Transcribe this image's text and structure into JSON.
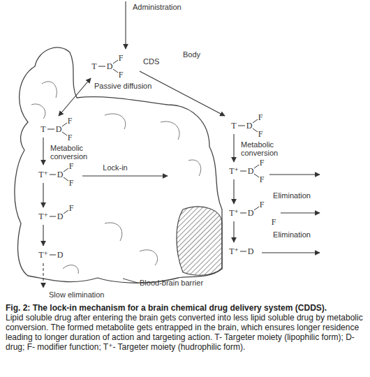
{
  "diagram": {
    "caption": "Fig. 2: The lock-in mechanism for a brain chemical drug delivery system (CDDS).",
    "labels": [
      "Administration",
      "T",
      "D",
      "F",
      "F",
      "CDS",
      "Body",
      "Passive diffusion",
      "T",
      "D",
      "F",
      "F",
      "Metabolic conversion",
      "T⁺",
      "D",
      "F",
      "F",
      "Lock-in",
      "T⁺",
      "D",
      "F",
      "T⁺",
      "D",
      "Slow elimination",
      "Blood-brain barrier",
      "T",
      "D",
      "F",
      "F",
      "Metabolic conversion",
      "T⁺",
      "D",
      "F",
      "F",
      "T⁺",
      "D",
      "F",
      "F",
      "T⁺",
      "D",
      "Elimination",
      "Elimination",
      "Lipid soluble drug after entering the brain gets converted into less lipid soluble drug by metabolic conversion. The formed metabolite gets entrapped in the brain, which ensures longer residence leading to longer duration of action and targeting action. T- Targeter moiety (lipophilic form); D- drug; F- modifier function; T⁺- Targeter moiety (hudrophilic form)."
    ]
  }
}
